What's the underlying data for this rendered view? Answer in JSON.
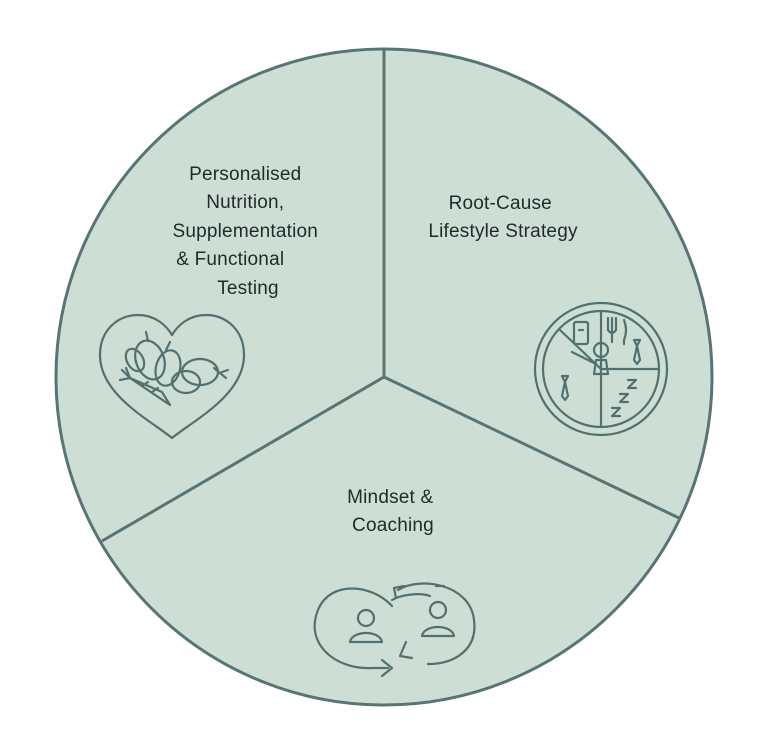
{
  "colors": {
    "fill": "#cddfd5",
    "outline": "#577575",
    "text": "#1f2a2a",
    "icon_stroke": "#527070"
  },
  "segments": [
    {
      "id": "nutrition",
      "label_lines": [
        "Personalised",
        "Nutrition,",
        "Supplementation",
        "& Functional",
        "Testing"
      ],
      "icon": "heart-vegetables-icon"
    },
    {
      "id": "lifestyle",
      "label_lines": [
        "Root-Cause",
        "Lifestyle Strategy"
      ],
      "icon": "lifestyle-clock-icon"
    },
    {
      "id": "mindset",
      "label_lines": [
        "Mindset &",
        "Coaching"
      ],
      "icon": "coaching-cycle-icon"
    }
  ]
}
